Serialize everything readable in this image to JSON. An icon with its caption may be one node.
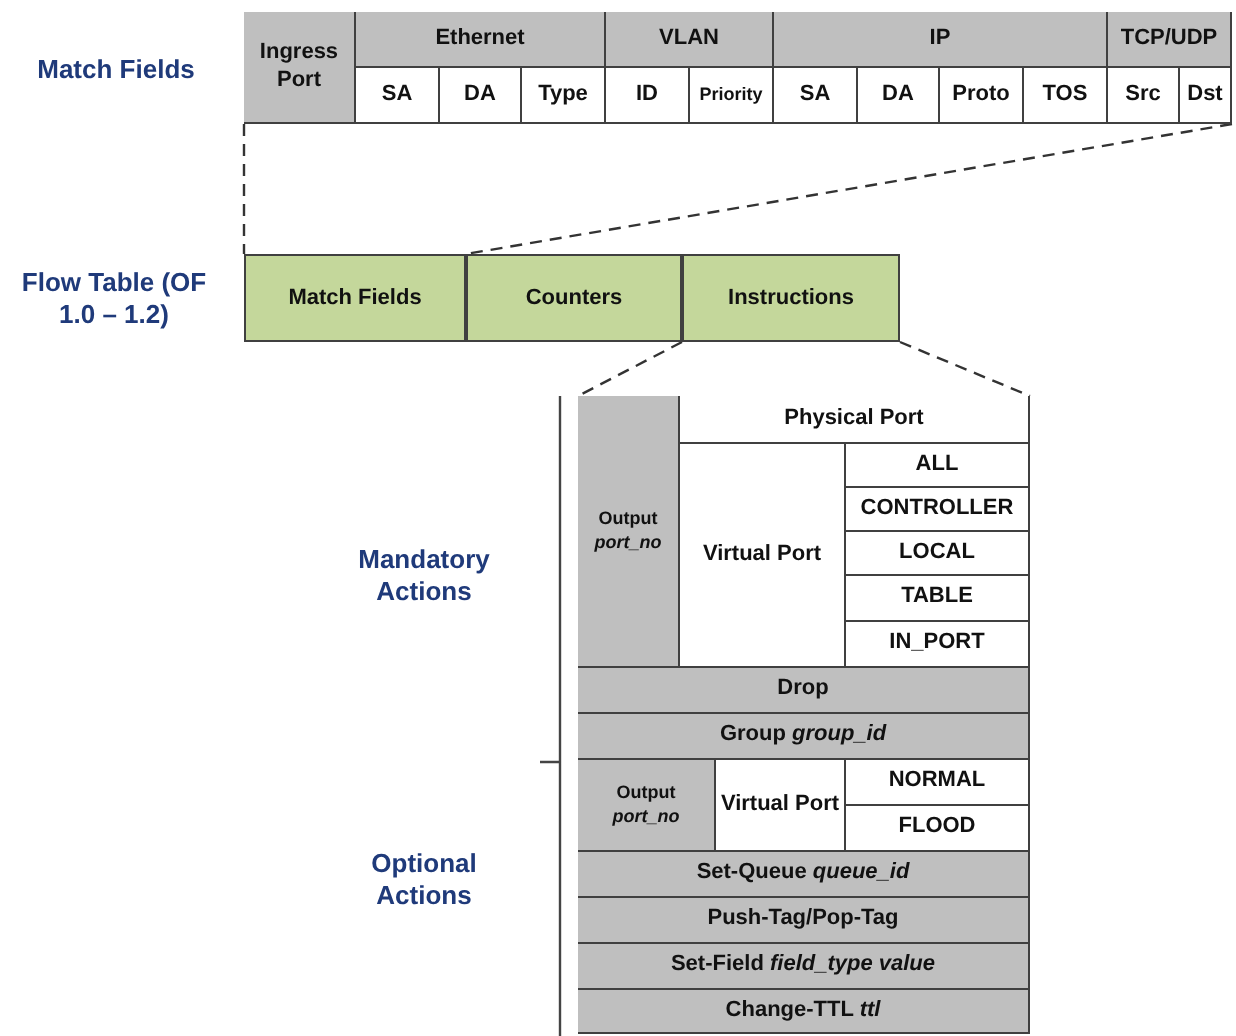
{
  "diagram": {
    "nodes": [
      {
        "text": [
          "Match Fields"
        ]
      },
      {
        "text": [
          "Flow Table (OF 1.0 – 1.2)"
        ]
      },
      {
        "text": [
          "Match Fields"
        ],
        "in": 1
      },
      {
        "text": [
          "Counters"
        ],
        "in": 1
      },
      {
        "text": [
          "Instructions"
        ],
        "in": 1
      },
      {
        "text": [],
        "shape": "box"
      }
    ],
    "edges": [
      {
        "from": 0,
        "to": 2,
        "arrow": "none",
        "style": "dashed"
      },
      {
        "from": 0,
        "to": 2,
        "arrow": "none",
        "style": "dashed"
      },
      {
        "from": 4,
        "to": 5,
        "arrow": "none",
        "style": "dashed"
      },
      {
        "from": 4,
        "to": 5,
        "arrow": "none",
        "style": "dashed"
      }
    ],
    "labels": [
      "Ingress Port",
      "Ethernet",
      "VLAN",
      "IP",
      "TCP/UDP",
      "SA",
      "DA",
      "Type",
      "ID",
      "Priority",
      "SA",
      "DA",
      "Proto",
      "TOS",
      "Src",
      "Dst",
      "Mandatory Actions",
      "Output *port_no*",
      "Physical Port",
      "Virtual Port",
      "ALL",
      "CONTROLLER",
      "LOCAL",
      "TABLE",
      "IN_PORT",
      "Drop",
      "Group *group_id*",
      "Optional Actions",
      "Output *port_no*",
      "Virtual Port",
      "NORMAL",
      "FLOOD",
      "Set-Queue *queue_id*",
      "Push-Tag/Pop-Tag",
      "Set-Field *field_type value*",
      "Change-TTL *ttl*"
    ]
  }
}
